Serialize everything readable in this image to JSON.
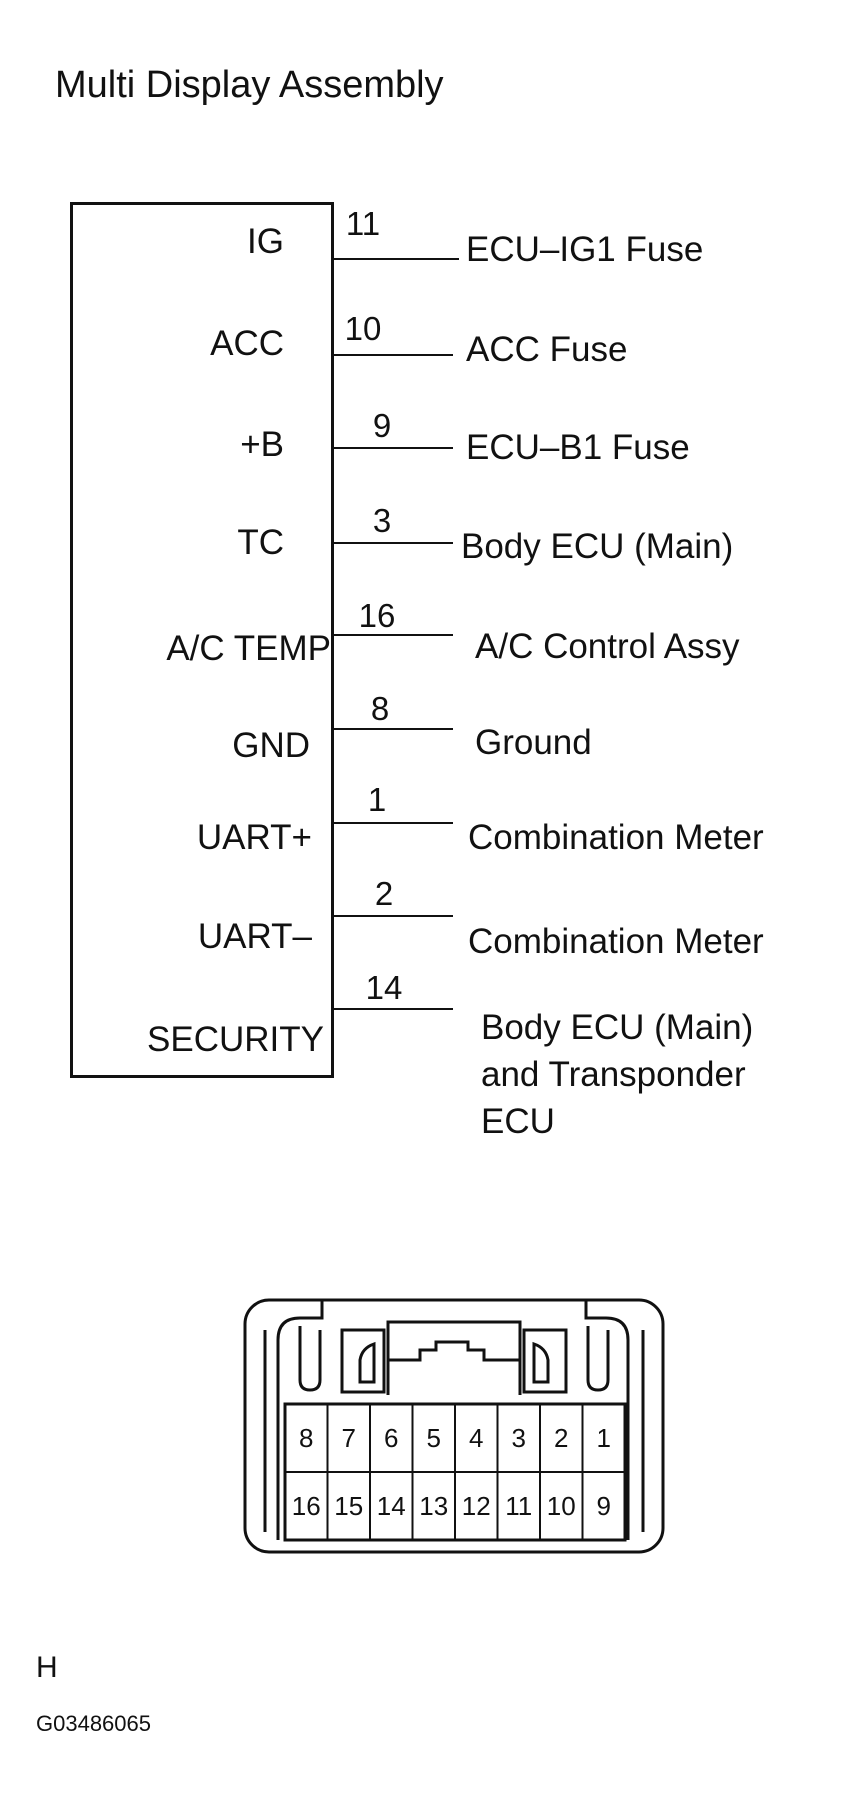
{
  "title": "Multi Display Assembly",
  "terminals": [
    {
      "signal": "IG",
      "pin": "11",
      "destination": "ECU–IG1 Fuse"
    },
    {
      "signal": "ACC",
      "pin": "10",
      "destination": "ACC Fuse"
    },
    {
      "signal": "+B",
      "pin": "9",
      "destination": "ECU–B1 Fuse"
    },
    {
      "signal": "TC",
      "pin": "3",
      "destination": "Body ECU (Main)"
    },
    {
      "signal": "A/C TEMP",
      "pin": "16",
      "destination": "A/C Control Assy"
    },
    {
      "signal": "GND",
      "pin": "8",
      "destination": "Ground"
    },
    {
      "signal": "UART+",
      "pin": "1",
      "destination": "Combination Meter"
    },
    {
      "signal": "UART–",
      "pin": "2",
      "destination": "Combination Meter"
    },
    {
      "signal": "SECURITY",
      "pin": "14",
      "destination": "Body ECU (Main) and Transponder ECU"
    }
  ],
  "connector": {
    "top_row": [
      "8",
      "7",
      "6",
      "5",
      "4",
      "3",
      "2",
      "1"
    ],
    "bottom_row": [
      "16",
      "15",
      "14",
      "13",
      "12",
      "11",
      "10",
      "9"
    ]
  },
  "footer": {
    "letter": "H",
    "code": "G03486065"
  }
}
